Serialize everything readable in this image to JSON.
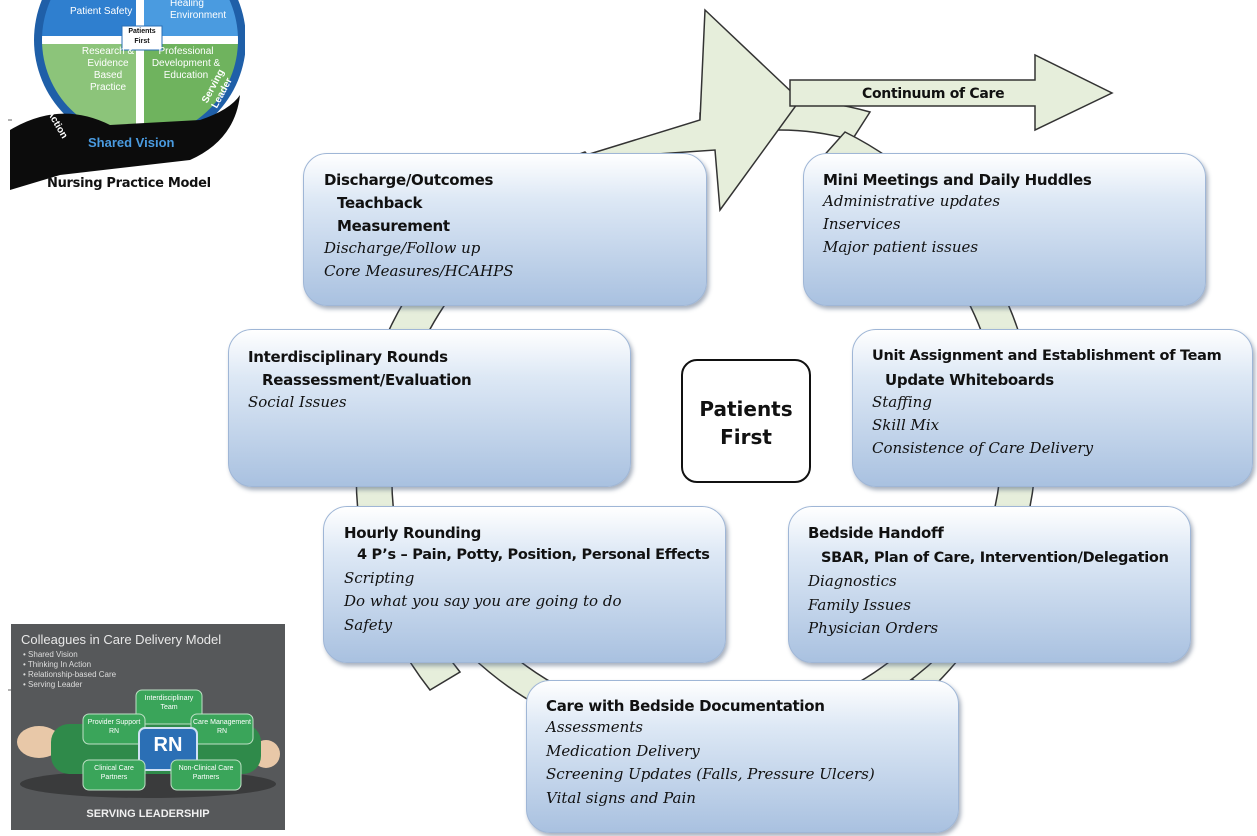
{
  "center": {
    "line1": "Patients",
    "line2": "First"
  },
  "arrow_label": "Continuum of Care",
  "boxes": {
    "discharge": {
      "title": "Discharge/Outcomes",
      "sub1": "Teachback",
      "sub2": "Measurement",
      "items": [
        "Discharge/Follow up",
        "Core Measures/HCAHPS"
      ]
    },
    "mini": {
      "title": "Mini Meetings and Daily Huddles",
      "items": [
        "Administrative updates",
        "Inservices",
        "Major patient issues"
      ]
    },
    "inter": {
      "title": "Interdisciplinary Rounds",
      "sub1": "Reassessment/Evaluation",
      "items": [
        "Social Issues"
      ]
    },
    "unit": {
      "title": "Unit Assignment and Establishment of Team",
      "sub1": "Update Whiteboards",
      "items": [
        "Staffing",
        "Skill Mix",
        "Consistence of Care Delivery"
      ]
    },
    "hourly": {
      "title": "Hourly Rounding",
      "sub1": "4 P’s – Pain, Potty, Position, Personal Effects",
      "items": [
        "Scripting",
        "Do what you say you are going to do",
        "Safety"
      ]
    },
    "bedside": {
      "title": "Bedside Handoff",
      "sub1": "SBAR, Plan of Care, Intervention/Delegation",
      "items": [
        "Diagnostics",
        "Family Issues",
        "Physician Orders"
      ]
    },
    "care": {
      "title": "Care with Bedside Documentation",
      "items": [
        "Assessments",
        "Medication Delivery",
        "Screening Updates (Falls, Pressure Ulcers)",
        "Vital signs and Pain"
      ]
    }
  },
  "logo": {
    "segments": [
      "Patient Safety",
      "Healing Environment",
      "Research & Evidence Based Practice",
      "Professional Development & Education"
    ],
    "center": "Patients First",
    "left_arc": "Thinking in Action",
    "right_arc": "Serving Leader",
    "hand_label": "Shared Vision",
    "caption": "Nursing Practice Model"
  },
  "model_panel": {
    "title": "Colleagues in Care Delivery Model",
    "bullets": [
      "Shared Vision",
      "Thinking In Action",
      "Relationship-based Care",
      "Serving Leader"
    ],
    "nodes": {
      "top": "Interdisciplinary Team",
      "left": "Provider Support RN",
      "right": "Care Management RN",
      "center": "RN",
      "bottom_left": "Clinical Care Partners",
      "bottom_right": "Non-Clinical Care Partners"
    },
    "footer": "SERVING LEADERSHIP"
  },
  "colors": {
    "box_top": "#ffffff",
    "box_bottom": "#a9c1e0",
    "arrow_fill": "#e6eedb",
    "arrow_stroke": "#333333",
    "logo_blue": "#2b6fb5",
    "logo_green": "#5aa54a",
    "panel_bg": "#56585a"
  }
}
